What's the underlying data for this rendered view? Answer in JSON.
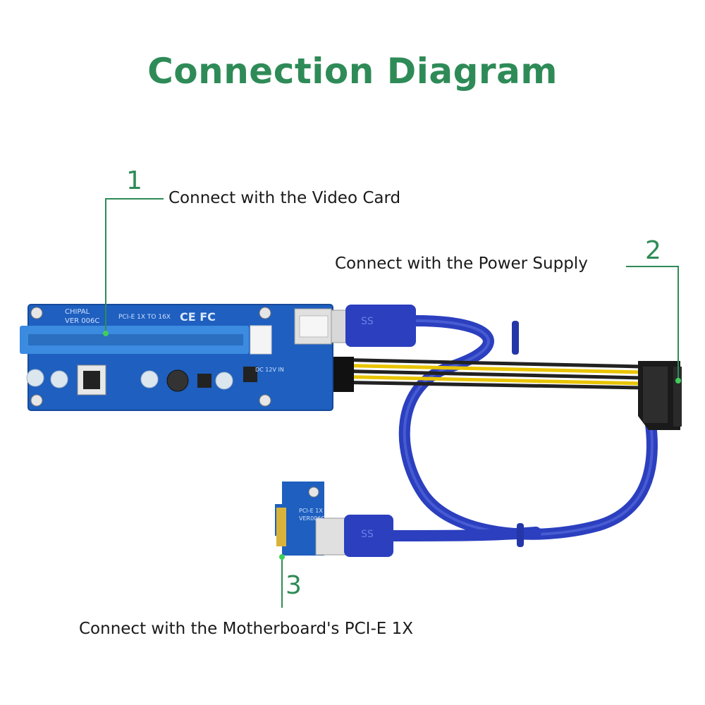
{
  "title": "Connection Diagram",
  "callouts": [
    {
      "number": "1",
      "text": "Connect with the Video Card"
    },
    {
      "number": "2",
      "text": "Connect with the Power Supply"
    },
    {
      "number": "3",
      "text": "Connect with the Motherboard's PCI-E 1X"
    }
  ],
  "board_print": {
    "brand": "CHIPAL",
    "version": "VER 006C",
    "model": "PCI-E 1X TO 16X",
    "certs": "CE FC",
    "power_mark": "DC 12V IN"
  },
  "small_board_print": {
    "model": "PCI-E 1X",
    "version": "VER006C"
  },
  "usb_mark": "SS",
  "colors": {
    "accent": "#2e8b57",
    "pcb": "#1e5fbf",
    "cable": "#2b3fbf",
    "slot": "#3b8be0"
  }
}
